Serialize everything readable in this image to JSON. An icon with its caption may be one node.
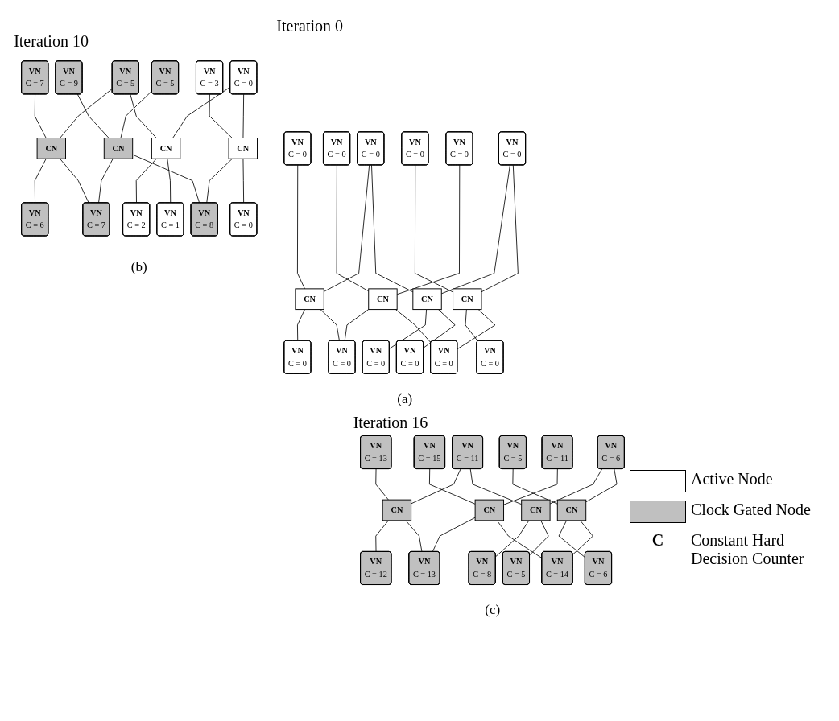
{
  "diagram": {
    "nodes": [
      {
        "text": [
          "VN",
          "C = 0"
        ]
      },
      {
        "text": [
          "VN",
          "C = 0"
        ]
      },
      {
        "text": [
          "VN",
          "C = 0"
        ]
      },
      {
        "text": [
          "VN",
          "C = 0"
        ]
      },
      {
        "text": [
          "VN",
          "C = 0"
        ]
      },
      {
        "text": [
          "VN",
          "C = 0"
        ]
      },
      {
        "text": [
          "CN"
        ]
      },
      {
        "text": [
          "CN"
        ]
      },
      {
        "text": [
          "CN"
        ]
      },
      {
        "text": [
          "CN"
        ]
      },
      {
        "text": [
          "VN",
          "C = 0"
        ]
      },
      {
        "text": [
          "VN",
          "C = 0"
        ]
      },
      {
        "text": [
          "VN",
          "C = 0"
        ]
      },
      {
        "text": [
          "VN",
          "C = 0"
        ]
      },
      {
        "text": [
          "VN",
          "C = 0"
        ]
      },
      {
        "text": [
          "VN",
          "C = 0"
        ]
      },
      {
        "text": [
          "VN",
          "C = 7"
        ]
      },
      {
        "text": [
          "VN",
          "C = 9"
        ]
      },
      {
        "text": [
          "VN",
          "C = 5"
        ]
      },
      {
        "text": [
          "VN",
          "C = 3"
        ]
      },
      {
        "text": [
          "VN",
          "C = 5"
        ]
      },
      {
        "text": [
          "VN",
          "C = 0"
        ]
      },
      {
        "text": [
          "CN"
        ]
      },
      {
        "text": [
          "CN"
        ]
      },
      {
        "text": [
          "CN"
        ]
      },
      {
        "text": [
          "CN"
        ]
      },
      {
        "text": [
          "VN",
          "C = 2"
        ]
      },
      {
        "text": [
          "VN",
          "C = 6"
        ]
      },
      {
        "text": [
          "VN",
          "C = 1"
        ]
      },
      {
        "text": [
          "VN",
          "C = 7"
        ]
      },
      {
        "text": [
          "VN",
          "C = 0"
        ]
      },
      {
        "text": [
          "VN",
          "C = 8"
        ]
      },
      {
        "text": [
          "VN",
          "C = 13"
        ]
      },
      {
        "text": [
          "VN",
          "C = 15"
        ]
      },
      {
        "text": [
          "VN",
          "C = 11"
        ]
      },
      {
        "text": [
          "VN",
          "C = 5"
        ]
      },
      {
        "text": [
          "VN",
          "C = 11"
        ]
      },
      {
        "text": [
          "VN",
          "C = 6"
        ]
      },
      {
        "text": [
          "CN"
        ]
      },
      {
        "text": [
          "CN"
        ]
      },
      {
        "text": [
          "CN"
        ]
      },
      {
        "text": [
          "CN"
        ]
      },
      {
        "text": [
          "VN",
          "C = 8"
        ]
      },
      {
        "text": [
          "VN",
          "C = 12"
        ]
      },
      {
        "text": [
          "VN",
          "C = 5"
        ]
      },
      {
        "text": [
          "VN",
          "C = 13"
        ]
      },
      {
        "text": [
          "VN",
          "C = 6"
        ]
      },
      {
        "text": [
          "VN",
          "C = 14"
        ]
      }
    ],
    "edges": [
      {
        "from": 0,
        "to": 6,
        "arrow": "none"
      },
      {
        "from": 1,
        "to": 8,
        "arrow": "none"
      },
      {
        "from": 2,
        "to": 6,
        "arrow": "none"
      },
      {
        "from": 2,
        "to": 7,
        "arrow": "none"
      },
      {
        "from": 3,
        "to": 9,
        "arrow": "none"
      },
      {
        "from": 4,
        "to": 8,
        "arrow": "none"
      },
      {
        "from": 5,
        "to": 7,
        "arrow": "none"
      },
      {
        "from": 5,
        "to": 9,
        "arrow": "none"
      },
      {
        "from": 6,
        "to": 11,
        "arrow": "none"
      },
      {
        "from": 6,
        "to": 13,
        "arrow": "none"
      },
      {
        "from": 7,
        "to": 10,
        "arrow": "none"
      },
      {
        "from": 7,
        "to": 12,
        "arrow": "none"
      },
      {
        "from": 8,
        "to": 13,
        "arrow": "none"
      },
      {
        "from": 8,
        "to": 15,
        "arrow": "none"
      },
      {
        "from": 9,
        "to": 14,
        "arrow": "none"
      },
      {
        "from": 9,
        "to": 15,
        "arrow": "none"
      },
      {
        "from": 16,
        "to": 22,
        "arrow": "none"
      },
      {
        "from": 17,
        "to": 24,
        "arrow": "none"
      },
      {
        "from": 18,
        "to": 22,
        "arrow": "none"
      },
      {
        "from": 18,
        "to": 23,
        "arrow": "none"
      },
      {
        "from": 19,
        "to": 25,
        "arrow": "none"
      },
      {
        "from": 20,
        "to": 24,
        "arrow": "none"
      },
      {
        "from": 21,
        "to": 23,
        "arrow": "none"
      },
      {
        "from": 21,
        "to": 25,
        "arrow": "none"
      },
      {
        "from": 22,
        "to": 27,
        "arrow": "none"
      },
      {
        "from": 22,
        "to": 29,
        "arrow": "none"
      },
      {
        "from": 23,
        "to": 26,
        "arrow": "none"
      },
      {
        "from": 23,
        "to": 28,
        "arrow": "none"
      },
      {
        "from": 24,
        "to": 29,
        "arrow": "none"
      },
      {
        "from": 24,
        "to": 31,
        "arrow": "none"
      },
      {
        "from": 25,
        "to": 30,
        "arrow": "none"
      },
      {
        "from": 25,
        "to": 31,
        "arrow": "none"
      },
      {
        "from": 32,
        "to": 38,
        "arrow": "none"
      },
      {
        "from": 33,
        "to": 40,
        "arrow": "none"
      },
      {
        "from": 34,
        "to": 38,
        "arrow": "none"
      },
      {
        "from": 34,
        "to": 39,
        "arrow": "none"
      },
      {
        "from": 35,
        "to": 41,
        "arrow": "none"
      },
      {
        "from": 36,
        "to": 40,
        "arrow": "none"
      },
      {
        "from": 37,
        "to": 39,
        "arrow": "none"
      },
      {
        "from": 37,
        "to": 41,
        "arrow": "none"
      },
      {
        "from": 38,
        "to": 43,
        "arrow": "none"
      },
      {
        "from": 38,
        "to": 45,
        "arrow": "none"
      },
      {
        "from": 39,
        "to": 42,
        "arrow": "none"
      },
      {
        "from": 39,
        "to": 44,
        "arrow": "none"
      },
      {
        "from": 40,
        "to": 45,
        "arrow": "none"
      },
      {
        "from": 40,
        "to": 47,
        "arrow": "none"
      },
      {
        "from": 41,
        "to": 46,
        "arrow": "none"
      },
      {
        "from": 41,
        "to": 47,
        "arrow": "none"
      }
    ],
    "labels": [
      "Iteration 0",
      "(a)",
      "Iteration 10",
      "(b)",
      "Iteration 16",
      "(c)",
      "C"
    ],
    "legend": [
      {
        "text": "Active Node",
        "color": "#ffffff"
      },
      {
        "text": "Clock Gated Node",
        "color": "#c0c0c0"
      },
      {
        "text": "Constant Hard Decision Counter"
      }
    ]
  }
}
